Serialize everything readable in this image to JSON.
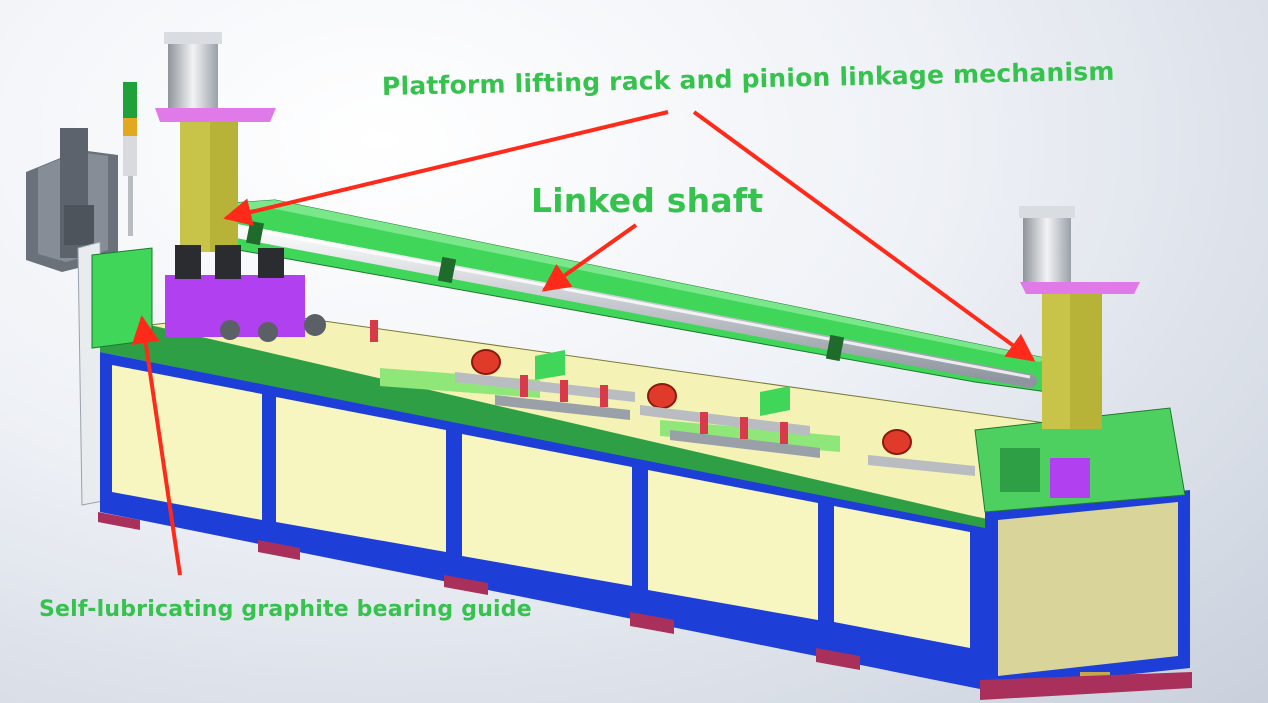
{
  "callouts": {
    "platform": "Platform lifting rack and pinion linkage mechanism",
    "shaft": "Linked shaft",
    "bearing": "Self-lubricating graphite bearing guide"
  },
  "colors": {
    "label_green": "#35c24d",
    "arrow_red": "#ff2a1a",
    "frame_blue": "#1d3fd8",
    "panel_yellow": "#f7f6c0",
    "rail_green": "#3fd65a",
    "block_purple": "#b040f0",
    "foot_maroon": "#a8305a",
    "cylinder_grey": "#c4c8ce"
  }
}
